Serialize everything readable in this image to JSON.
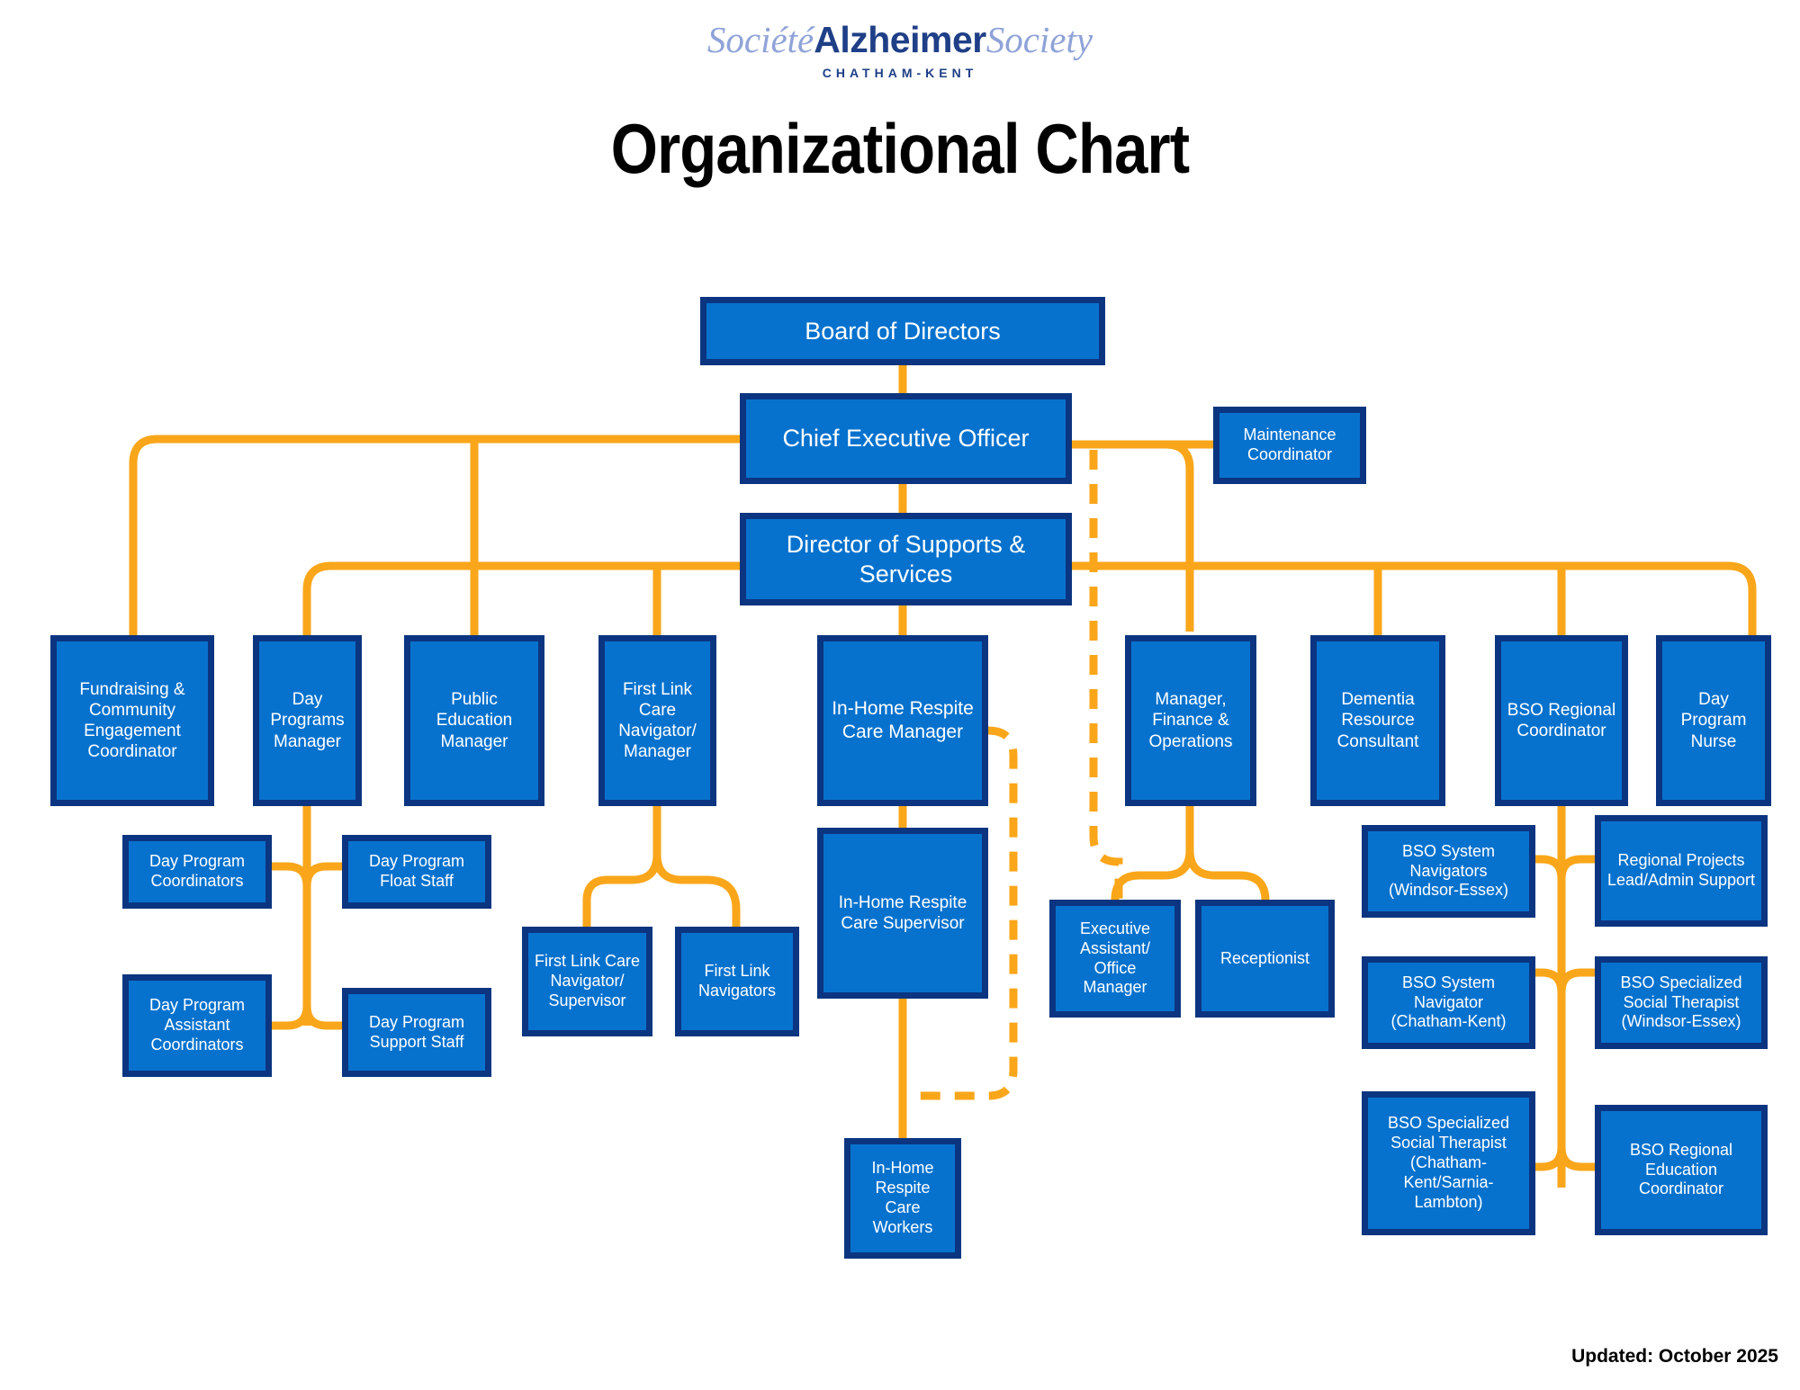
{
  "logo": {
    "word_left": "Société",
    "word_mid": "Alzheimer",
    "word_right": "Society",
    "subtitle": "CHATHAM-KENT",
    "colors": {
      "light_blue": "#8fa3d8",
      "dark_blue": "#1f3f87"
    }
  },
  "title": "Organizational Chart",
  "footer": {
    "updated": "Updated: October 2025"
  },
  "theme": {
    "box_fill": "#0772CE",
    "box_border": "#0B3580",
    "box_text": "#FFFFFF",
    "connector": "#FAA61A",
    "background": "#FFFFFF"
  },
  "chart_data": {
    "type": "diagram",
    "title": "Organizational Chart",
    "nodes": [
      {
        "id": "board",
        "label": "Board of Directors"
      },
      {
        "id": "ceo",
        "label": "Chief Executive Officer"
      },
      {
        "id": "maintenance",
        "label": "Maintenance Coordinator"
      },
      {
        "id": "director",
        "label": "Director of Supports & Services"
      },
      {
        "id": "fundraising",
        "label": "Fundraising & Community Engagement Coordinator"
      },
      {
        "id": "dayprog_mgr",
        "label": "Day Programs Manager"
      },
      {
        "id": "public_ed",
        "label": "Public Education Manager"
      },
      {
        "id": "flcn_mgr",
        "label": "First Link Care Navigator/ Manager"
      },
      {
        "id": "respite_mgr",
        "label": "In-Home Respite Care Manager"
      },
      {
        "id": "finance_mgr",
        "label": "Manager, Finance & Operations"
      },
      {
        "id": "dementia_rc",
        "label": "Dementia Resource Consultant"
      },
      {
        "id": "bso_regional",
        "label": "BSO Regional Coordinator"
      },
      {
        "id": "dayprog_nurse",
        "label": "Day Program Nurse"
      },
      {
        "id": "dp_coord",
        "label": "Day Program Coordinators"
      },
      {
        "id": "dp_float",
        "label": "Day Program Float Staff"
      },
      {
        "id": "dp_asst_coord",
        "label": "Day Program Assistant Coordinators"
      },
      {
        "id": "dp_support",
        "label": "Day Program Support Staff"
      },
      {
        "id": "flcn_sup",
        "label": "First Link Care Navigator/ Supervisor"
      },
      {
        "id": "fl_navs",
        "label": "First Link Navigators"
      },
      {
        "id": "respite_sup",
        "label": "In-Home Respite Care Supervisor"
      },
      {
        "id": "respite_workers",
        "label": "In-Home Respite Care Workers"
      },
      {
        "id": "exec_asst",
        "label": "Executive Assistant/ Office Manager"
      },
      {
        "id": "receptionist",
        "label": "Receptionist"
      },
      {
        "id": "bso_nav_we",
        "label": "BSO System Navigators (Windsor-Essex)"
      },
      {
        "id": "bso_nav_ck",
        "label": "BSO System Navigator (Chatham-Kent)"
      },
      {
        "id": "bso_therapist_ck",
        "label": "BSO Specialized Social Therapist (Chatham-Kent/Sarnia-Lambton)"
      },
      {
        "id": "regional_projects",
        "label": "Regional Projects Lead/Admin Support"
      },
      {
        "id": "bso_therapist_we",
        "label": "BSO Specialized Social Therapist (Windsor-Essex)"
      },
      {
        "id": "bso_edu_coord",
        "label": "BSO Regional Education Coordinator"
      }
    ],
    "edges": [
      {
        "from": "board",
        "to": "ceo",
        "style": "solid"
      },
      {
        "from": "ceo",
        "to": "maintenance",
        "style": "solid"
      },
      {
        "from": "ceo",
        "to": "director",
        "style": "solid"
      },
      {
        "from": "ceo",
        "to": "fundraising",
        "style": "solid"
      },
      {
        "from": "ceo",
        "to": "public_ed",
        "style": "solid"
      },
      {
        "from": "ceo",
        "to": "finance_mgr",
        "style": "solid"
      },
      {
        "from": "ceo",
        "to": "exec_asst",
        "style": "dashed"
      },
      {
        "from": "director",
        "to": "dayprog_mgr",
        "style": "solid"
      },
      {
        "from": "director",
        "to": "flcn_mgr",
        "style": "solid"
      },
      {
        "from": "director",
        "to": "respite_mgr",
        "style": "solid"
      },
      {
        "from": "director",
        "to": "dementia_rc",
        "style": "solid"
      },
      {
        "from": "director",
        "to": "bso_regional",
        "style": "solid"
      },
      {
        "from": "director",
        "to": "dayprog_nurse",
        "style": "solid"
      },
      {
        "from": "dayprog_mgr",
        "to": "dp_coord",
        "style": "solid"
      },
      {
        "from": "dayprog_mgr",
        "to": "dp_float",
        "style": "solid"
      },
      {
        "from": "dayprog_mgr",
        "to": "dp_asst_coord",
        "style": "solid"
      },
      {
        "from": "dayprog_mgr",
        "to": "dp_support",
        "style": "solid"
      },
      {
        "from": "flcn_mgr",
        "to": "flcn_sup",
        "style": "solid"
      },
      {
        "from": "flcn_mgr",
        "to": "fl_navs",
        "style": "solid"
      },
      {
        "from": "respite_mgr",
        "to": "respite_sup",
        "style": "solid"
      },
      {
        "from": "respite_mgr",
        "to": "respite_workers",
        "style": "dashed"
      },
      {
        "from": "respite_sup",
        "to": "respite_workers",
        "style": "solid"
      },
      {
        "from": "finance_mgr",
        "to": "exec_asst",
        "style": "solid"
      },
      {
        "from": "finance_mgr",
        "to": "receptionist",
        "style": "solid"
      },
      {
        "from": "bso_regional",
        "to": "bso_nav_we",
        "style": "solid"
      },
      {
        "from": "bso_regional",
        "to": "bso_nav_ck",
        "style": "solid"
      },
      {
        "from": "bso_regional",
        "to": "bso_therapist_ck",
        "style": "solid"
      },
      {
        "from": "bso_regional",
        "to": "regional_projects",
        "style": "solid"
      },
      {
        "from": "bso_regional",
        "to": "bso_therapist_we",
        "style": "solid"
      },
      {
        "from": "bso_regional",
        "to": "bso_edu_coord",
        "style": "solid"
      }
    ]
  }
}
